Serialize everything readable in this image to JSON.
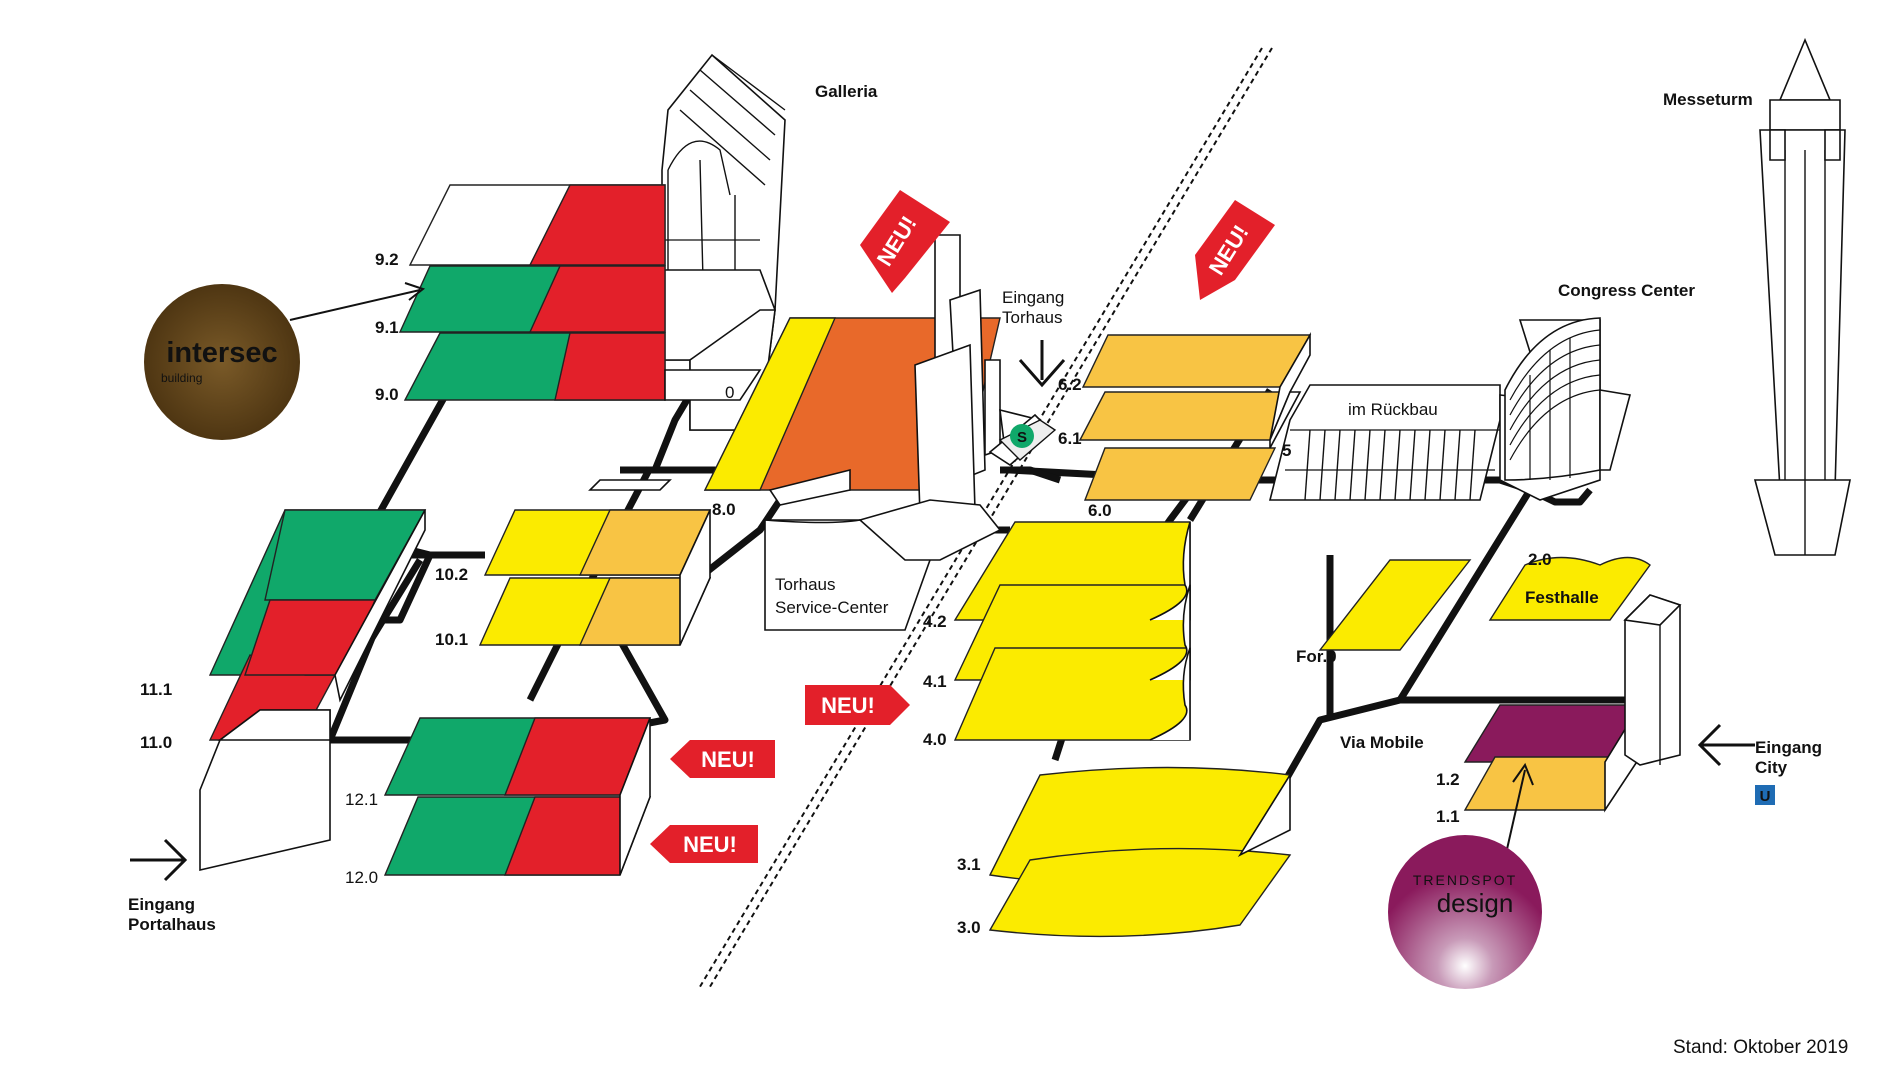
{
  "colors": {
    "red": "#e3202a",
    "green": "#10a86a",
    "yellow": "#fbeb00",
    "light_orange": "#f8c444",
    "orange": "#e8692a",
    "purple": "#8a1a5c",
    "neu_red": "#e3202a",
    "u_blue": "#1f6cb4",
    "s_green": "#10a86a"
  },
  "halls": {
    "h9_2": "9.2",
    "h9_1": "9.1",
    "h9_0": "9.0",
    "h9_lower": "0",
    "h8_0": "8.0",
    "h10_2": "10.2",
    "h10_1": "10.1",
    "h11_1": "11.1",
    "h11_0": "11.0",
    "h12_1": "12.1",
    "h12_0": "12.0",
    "h6_2": "6.2",
    "h6_1": "6.1",
    "h6_0": "6.0",
    "h5": "5",
    "h4_2": "4.2",
    "h4_1": "4.1",
    "h4_0": "4.0",
    "h3_1": "3.1",
    "h3_0": "3.0",
    "h2_0": "2.0",
    "for_0": "For.0",
    "h1_2": "1.2",
    "h1_1": "1.1"
  },
  "buildings": {
    "galleria": "Galleria",
    "messeturm": "Messeturm",
    "congress_center": "Congress Center",
    "im_rueckbau": "im Rückbau",
    "torhaus_sc_line1": "Torhaus",
    "torhaus_sc_line2": "Service-Center",
    "festhalle": "Festhalle",
    "via_mobile": "Via Mobile"
  },
  "entrances": {
    "torhaus_line1": "Eingang",
    "torhaus_line2": "Torhaus",
    "portalhaus_line1": "Eingang",
    "portalhaus_line2": "Portalhaus",
    "city_line1": "Eingang",
    "city_line2": "City"
  },
  "badges": {
    "neu1": "NEU!",
    "neu2": "NEU!",
    "neu3": "NEU!",
    "neu4": "NEU!",
    "neu5": "NEU!"
  },
  "transit": {
    "s_bahn": "S",
    "u_bahn": "U"
  },
  "logos": {
    "intersec_main": "intersec",
    "intersec_sub": "building",
    "trendspot_top": "TRENDSPOT",
    "trendspot_bottom": "design"
  },
  "footer": {
    "stand": "Stand: Oktober 2019"
  }
}
